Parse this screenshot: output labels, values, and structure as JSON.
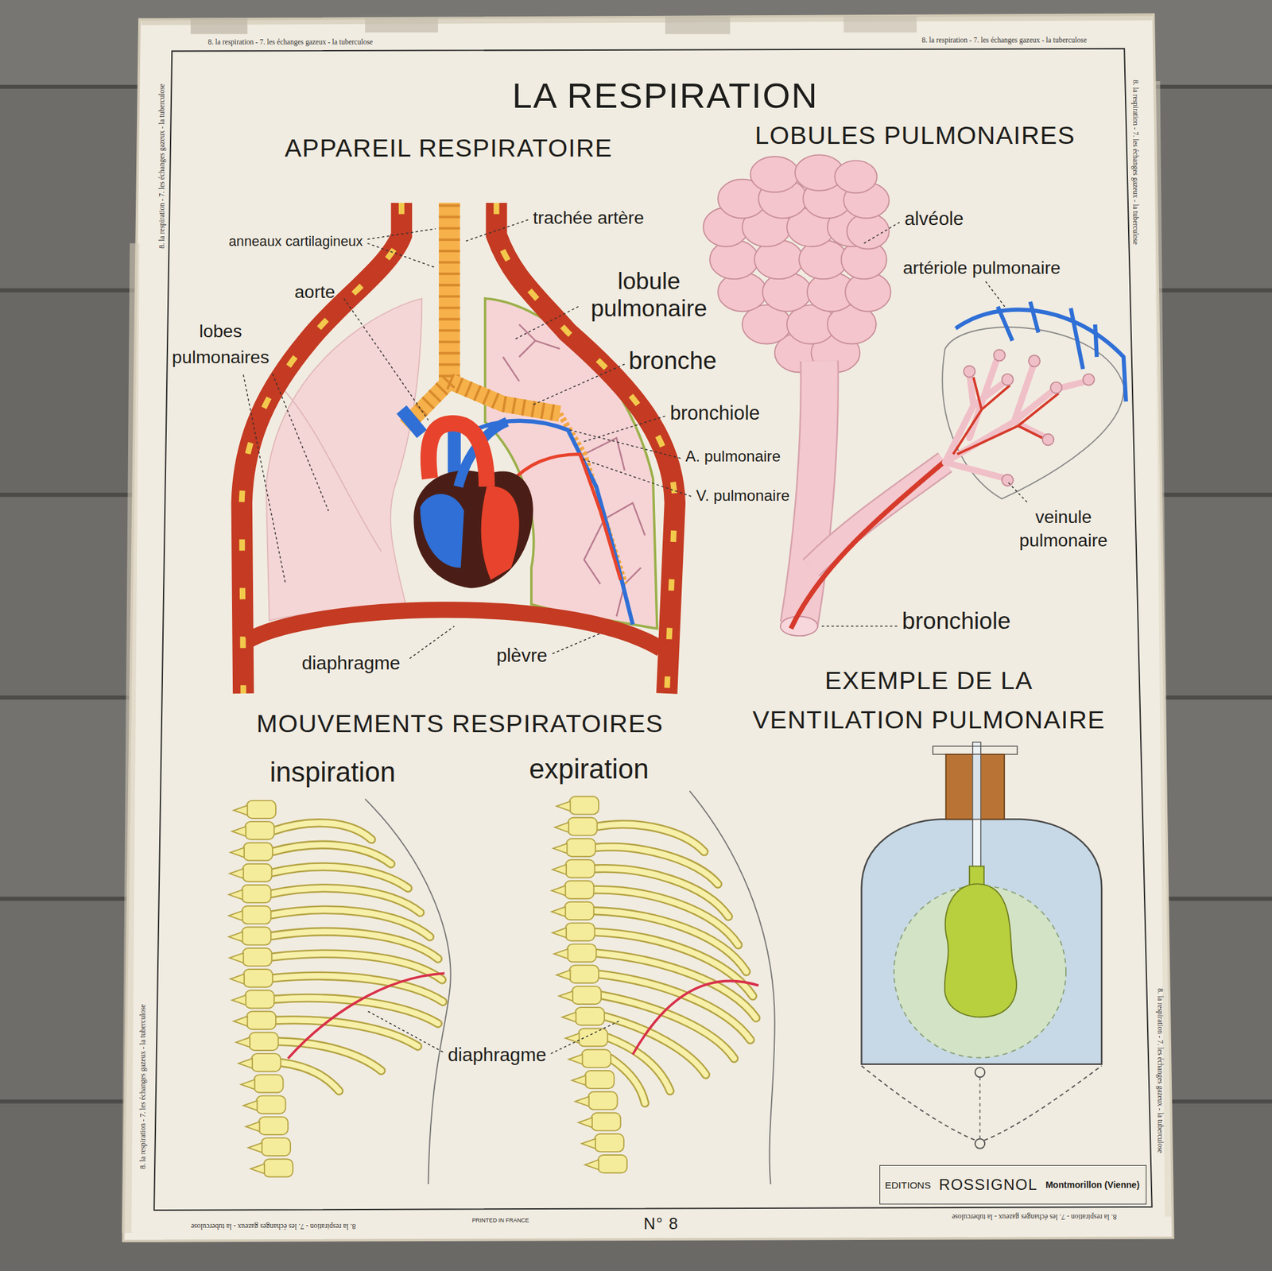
{
  "diagram": {
    "title": "LA RESPIRATION",
    "nodes": [
      {
        "text": [
          "EDITIONS",
          "ROSSIGNOL",
          "Montmorillon (Vienne)"
        ]
      }
    ],
    "labels": [
      "APPAREIL RESPIRATOIRE",
      "LOBULES PULMONAIRES",
      "trachée artère",
      "anneaux cartilagineux",
      "lobule pulmonaire",
      "aorte",
      "lobes pulmonaires",
      "bronche",
      "bronchiole",
      "A. pulmonaire",
      "V. pulmonaire",
      "diaphragme",
      "plèvre",
      "alvéole",
      "artériole pulmonaire",
      "veinule pulmonaire",
      "bronchiole",
      "MOUVEMENTS RESPIRATOIRES",
      "inspiration",
      "expiration",
      "EXEMPLE DE LA VENTILATION PULMONAIRE",
      "diaphragme",
      "PRINTED IN FRANCE",
      "N° 8",
      "8. la respiration - 7. les échanges gazeux - la tuberculose",
      "8. la respiration - 7. les échanges gazeux - la tuberculose",
      "8. la respiration - 7. les échanges gazeux - la tuberculose",
      "8. la respiration - 7. les échanges gazeux - la tuberculose",
      "8. la respiration - 7. les échanges gazeux - la tuberculose",
      "8. la respiration - 7. les échanges gazeux - la tuberculose",
      "8. la respiration - 7. les échanges gazeux - la tuberculose",
      "8. la respiration - 7. les échanges gazeux - la tuberculose"
    ]
  }
}
